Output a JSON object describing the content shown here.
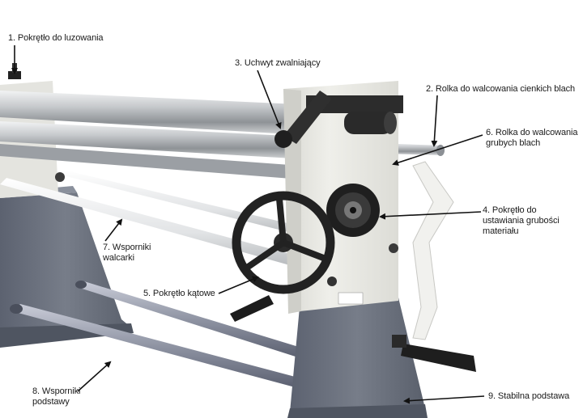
{
  "labels": {
    "l1": "1. Pokrętło do luzowania",
    "l2": "2. Rolka do walcowania cienkich blach",
    "l3": "3. Uchwyt zwalniający",
    "l4_line1": "4. Pokrętło do",
    "l4_line2": "ustawiania grubości",
    "l4_line3": "materiału",
    "l5": "5. Pokrętło kątowe",
    "l6_line1": "6. Rolka do walcowania",
    "l6_line2": "grubych blach",
    "l7_line1": "7. Wsporniki",
    "l7_line2": "walcarki",
    "l8_line1": "8. Wsporniki",
    "l8_line2": "podstawy",
    "l9": "9. Stabilna podstawa"
  },
  "colors": {
    "base_gray": "#6e7480",
    "housing": "#e9e9e4",
    "roller_steel": "#b9bcc0",
    "support_bar": "#e6e8ea",
    "handwheel": "#262626",
    "arrow": "#111111"
  }
}
